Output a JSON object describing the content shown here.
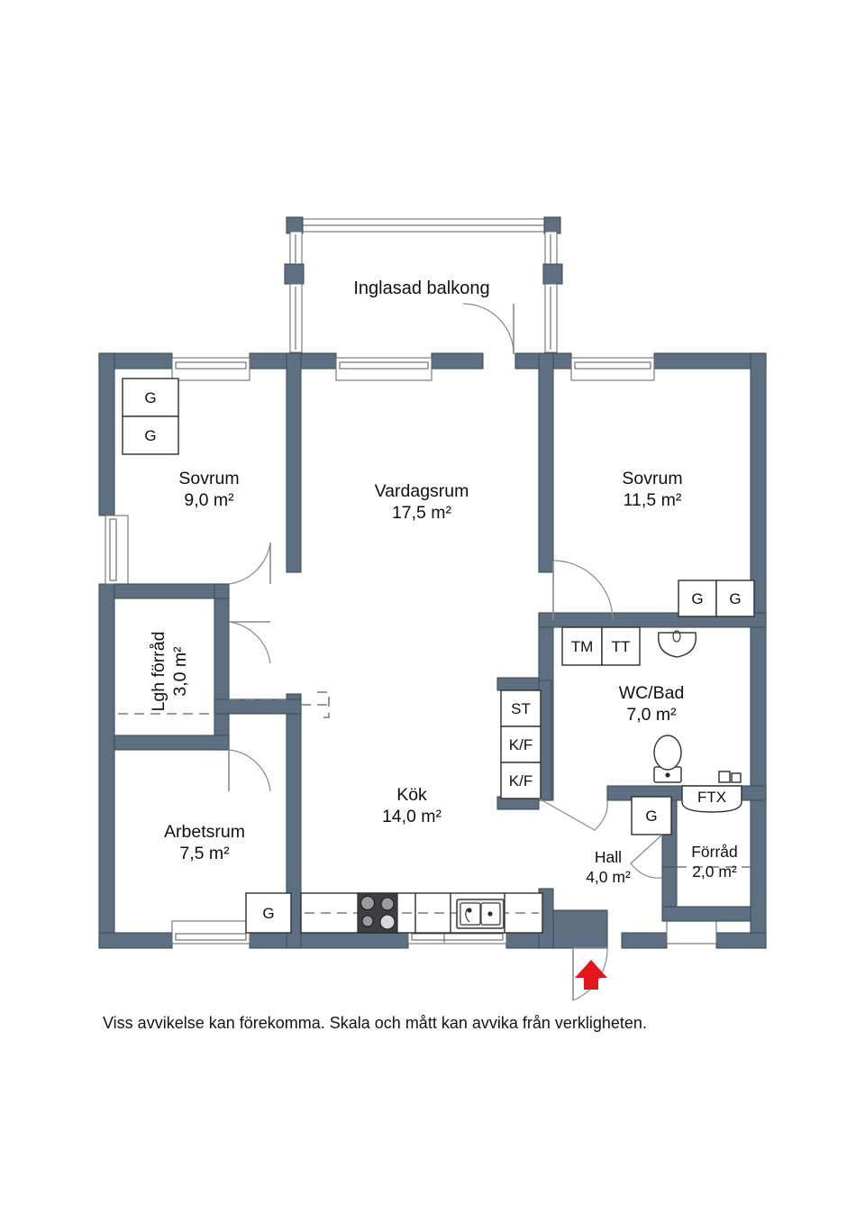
{
  "document": {
    "type": "floor-plan",
    "caption": "Viss avvikelse kan förekomma. Skala och mått kan avvika från verkligheten.",
    "units": "m²",
    "colors": {
      "wall": "#5d6f80",
      "wall_stroke": "#3f4f5e",
      "background": "#ffffff",
      "entrance_arrow": "#e2161f",
      "text": "#101010",
      "door_arc": "#8b8b8b"
    }
  },
  "balcony": {
    "name": "Inglasad balkong",
    "label": "Inglasad balkong"
  },
  "rooms": [
    {
      "id": "sovrum-1",
      "name": "Sovrum",
      "area": "9,0 m²"
    },
    {
      "id": "vardagsrum",
      "name": "Vardagsrum",
      "area": "17,5 m²"
    },
    {
      "id": "sovrum-2",
      "name": "Sovrum",
      "area": "11,5 m²"
    },
    {
      "id": "lgh-forrad",
      "name": "Lgh förråd",
      "area": "3,0 m²"
    },
    {
      "id": "arbetsrum",
      "name": "Arbetsrum",
      "area": "7,5 m²"
    },
    {
      "id": "kok",
      "name": "Kök",
      "area": "14,0 m²"
    },
    {
      "id": "wc-bad",
      "name": "WC/Bad",
      "area": "7,0 m²"
    },
    {
      "id": "hall",
      "name": "Hall",
      "area": "4,0 m²"
    },
    {
      "id": "forrad",
      "name": "Förråd",
      "area": "2,0 m²"
    }
  ],
  "closets": {
    "sovrum1_g1": "G",
    "sovrum1_g2": "G",
    "sovrum2_g1": "G",
    "sovrum2_g2": "G",
    "kok_g": "G",
    "hall_g": "G",
    "bath_tm": "TM",
    "bath_tt": "TT",
    "kok_st": "ST",
    "kok_kf1": "K/F",
    "kok_kf2": "K/F",
    "forrad_ftx": "FTX"
  },
  "fixtures": [
    {
      "id": "stove",
      "name": "stove-cooktop"
    },
    {
      "id": "sink",
      "name": "kitchen-sink"
    },
    {
      "id": "washbasin",
      "name": "washbasin"
    },
    {
      "id": "toilet",
      "name": "toilet"
    },
    {
      "id": "entrance",
      "name": "entrance-arrow"
    }
  ]
}
